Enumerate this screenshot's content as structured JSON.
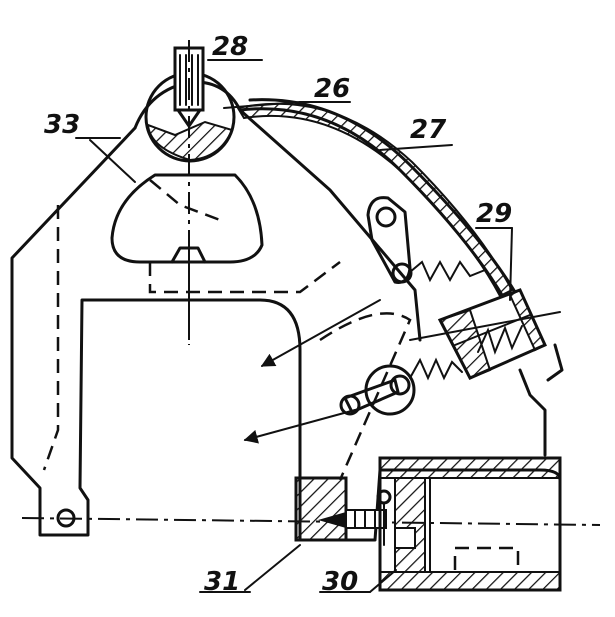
{
  "labels": {
    "l26": "26",
    "l27": "27",
    "l28": "28",
    "l29": "29",
    "l30": "30",
    "l31": "31",
    "l33": "33"
  }
}
